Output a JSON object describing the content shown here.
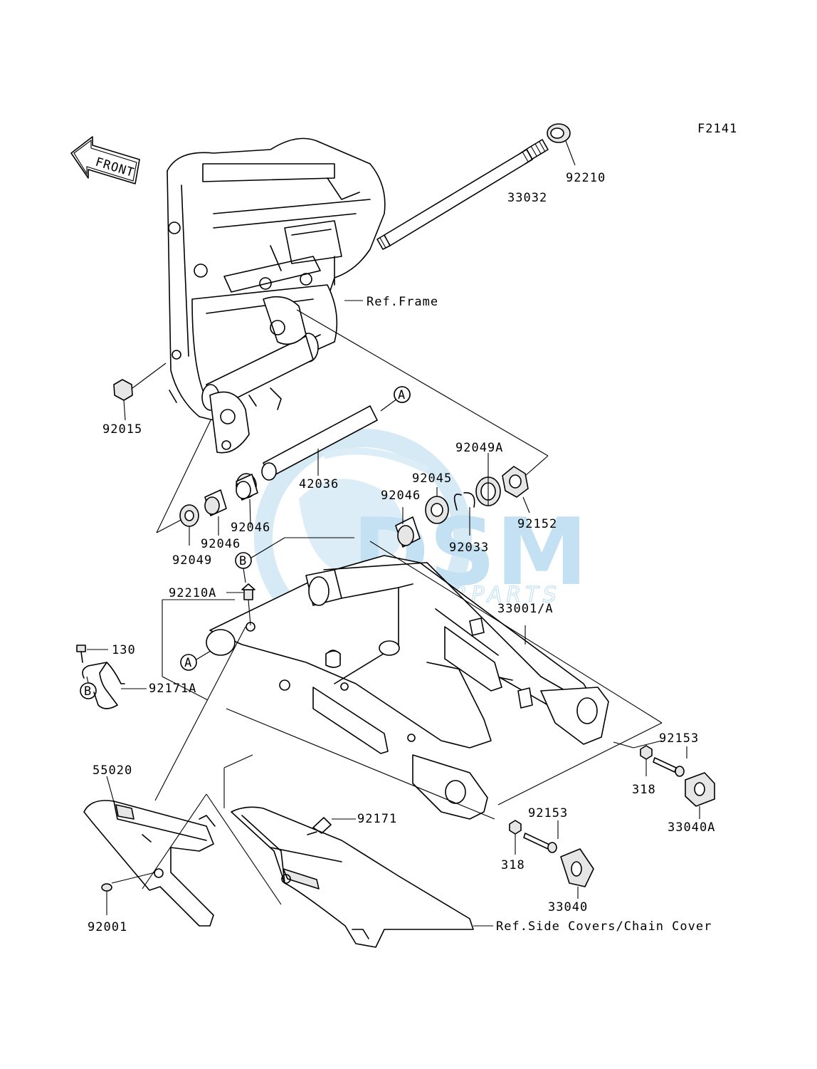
{
  "figure_code": "F2141",
  "front_label": "FRONT",
  "watermark": {
    "brand": "DSM",
    "sub": "MOTORPARTS",
    "color": "#b9dcf0"
  },
  "callouts": {
    "a_top": "A",
    "a_left": "A",
    "b_top": "B",
    "b_left": "B"
  },
  "refs": {
    "frame": "Ref.Frame",
    "side_covers": "Ref.Side Covers/Chain Cover"
  },
  "parts": {
    "p92210": "92210",
    "p33032": "33032",
    "p92015": "92015",
    "p42036": "42036",
    "p92049A": "92049A",
    "p92045": "92045",
    "p92046_a": "92046",
    "p92046_b": "92046",
    "p92046_c": "92046",
    "p92152": "92152",
    "p92033": "92033",
    "p92049": "92049",
    "p92210A": "92210A",
    "p33001A": "33001/A",
    "p130": "130",
    "p92171A": "92171A",
    "p92153_a": "92153",
    "p318_a": "318",
    "p33040A": "33040A",
    "p55020": "55020",
    "p92171": "92171",
    "p92153_b": "92153",
    "p318_b": "318",
    "p33040": "33040",
    "p92001": "92001"
  }
}
